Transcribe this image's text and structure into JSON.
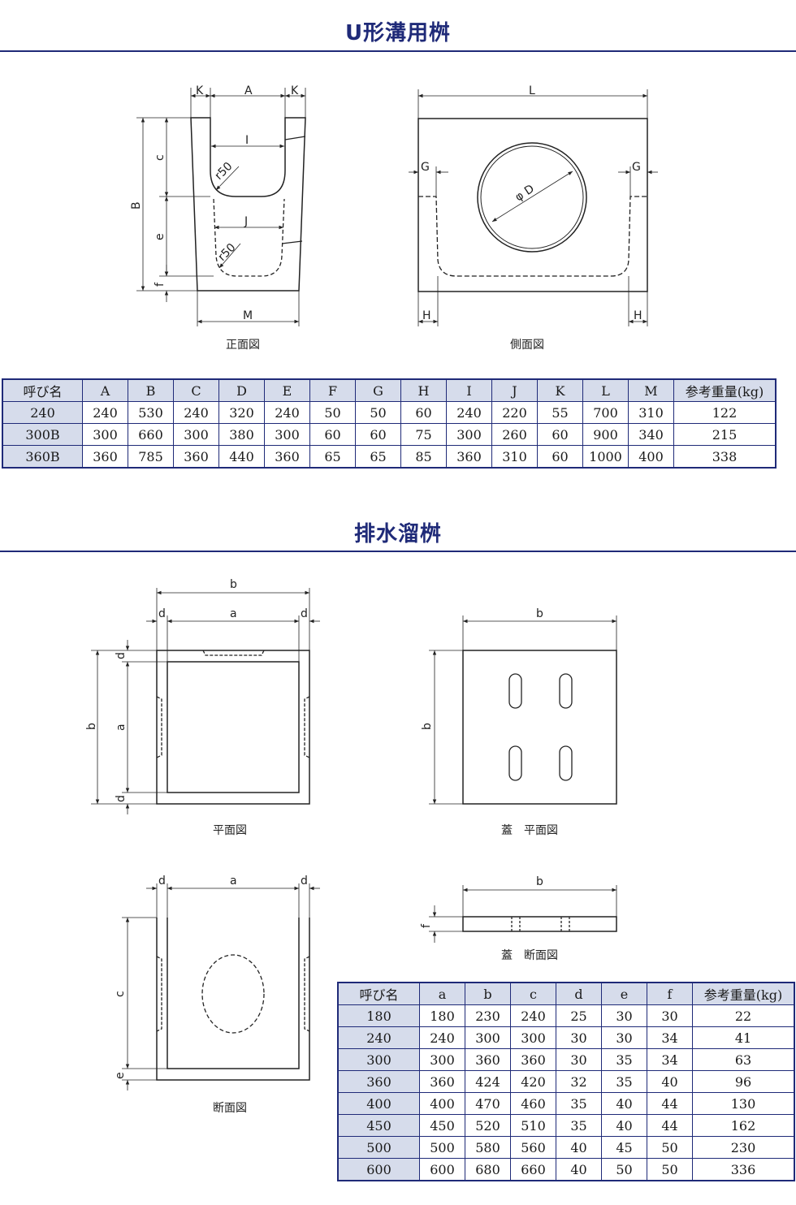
{
  "section1": {
    "title": "U形溝用桝",
    "front_caption": "正面図",
    "side_caption": "側面図",
    "dims_front": {
      "K": "K",
      "A": "A",
      "I": "I",
      "J": "J",
      "r1": "r50",
      "r2": "r50",
      "B": "B",
      "c": "c",
      "e": "e",
      "f": "f",
      "M": "M"
    },
    "dims_side": {
      "L": "L",
      "G": "G",
      "D": "φ D",
      "H": "H"
    },
    "table": {
      "headers": [
        "呼び名",
        "A",
        "B",
        "C",
        "D",
        "E",
        "F",
        "G",
        "H",
        "I",
        "J",
        "K",
        "L",
        "M",
        "参考重量(kg)"
      ],
      "rows": [
        [
          "240",
          "240",
          "530",
          "240",
          "320",
          "240",
          "50",
          "50",
          "60",
          "240",
          "220",
          "55",
          "700",
          "310",
          "122"
        ],
        [
          "300B",
          "300",
          "660",
          "300",
          "380",
          "300",
          "60",
          "60",
          "75",
          "300",
          "260",
          "60",
          "900",
          "340",
          "215"
        ],
        [
          "360B",
          "360",
          "785",
          "360",
          "440",
          "360",
          "65",
          "65",
          "85",
          "360",
          "310",
          "60",
          "1000",
          "400",
          "338"
        ]
      ]
    }
  },
  "section2": {
    "title": "排水溜桝",
    "plan_caption": "平面図",
    "lid_plan_caption": "蓋　平面図",
    "section_caption": "断面図",
    "lid_section_caption": "蓋　断面図",
    "dims": {
      "a": "a",
      "b": "b",
      "c": "c",
      "d": "d",
      "e": "e",
      "f": "f"
    },
    "table": {
      "headers": [
        "呼び名",
        "a",
        "b",
        "c",
        "d",
        "e",
        "f",
        "参考重量(kg)"
      ],
      "rows": [
        [
          "180",
          "180",
          "230",
          "240",
          "25",
          "30",
          "30",
          "22"
        ],
        [
          "240",
          "240",
          "300",
          "300",
          "30",
          "30",
          "34",
          "41"
        ],
        [
          "300",
          "300",
          "360",
          "360",
          "30",
          "35",
          "34",
          "63"
        ],
        [
          "360",
          "360",
          "424",
          "420",
          "32",
          "35",
          "40",
          "96"
        ],
        [
          "400",
          "400",
          "470",
          "460",
          "35",
          "40",
          "44",
          "130"
        ],
        [
          "450",
          "450",
          "520",
          "510",
          "35",
          "40",
          "44",
          "162"
        ],
        [
          "500",
          "500",
          "580",
          "560",
          "40",
          "45",
          "50",
          "230"
        ],
        [
          "600",
          "600",
          "680",
          "660",
          "40",
          "50",
          "50",
          "336"
        ]
      ]
    }
  },
  "colors": {
    "accent": "#1f2a78",
    "header_bg": "#d6dceb"
  }
}
